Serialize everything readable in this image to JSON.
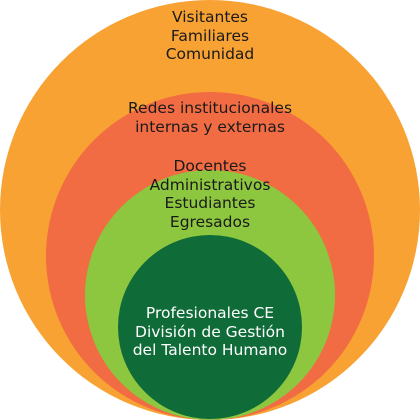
{
  "colors": {
    "outer": "#f7a233",
    "second": "#f26c43",
    "third": "#8dc63f",
    "inner": "#0f6b38",
    "dark_text": "#1a1a1a",
    "light_text": "#ffffff"
  },
  "rings": [
    {
      "name": "outer",
      "lines": [
        "Visitantes",
        "Familiares",
        "Comunidad"
      ]
    },
    {
      "name": "second",
      "lines": [
        "Redes institucionales",
        "internas y externas"
      ]
    },
    {
      "name": "third",
      "lines": [
        "Docentes",
        "Administrativos",
        "Estudiantes",
        "Egresados"
      ]
    },
    {
      "name": "inner",
      "lines": [
        "Profesionales CE",
        "División de Gestión",
        "del Talento Humano"
      ]
    }
  ]
}
